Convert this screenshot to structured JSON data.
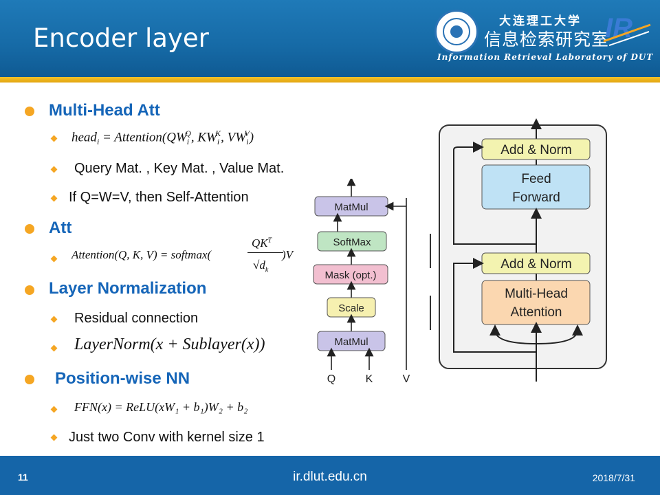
{
  "slide": {
    "title": "Encoder layer",
    "page_number": "11",
    "url": "ir.dlut.edu.cn",
    "date": "2018/7/31"
  },
  "branding": {
    "university_name": "大连理工大学",
    "lab_name_cn": "信息检索研究室",
    "lab_name_en": "Information Retrieval Laboratory of DUT",
    "ir_logo": "IR"
  },
  "sections": [
    {
      "heading": "Multi-Head Att",
      "items": [
        "Query Mat. , Key Mat. , Value Mat.",
        "If Q=W=V, then Self-Attention"
      ]
    },
    {
      "heading": "Att"
    },
    {
      "heading": "Layer Normalization",
      "items": [
        "Residual connection"
      ]
    },
    {
      "heading": "Position-wise NN",
      "items": [
        "Just two Conv with kernel size 1"
      ]
    }
  ],
  "formulas": {
    "head_lhs": "head",
    "head_sub": "i",
    "head_rhs": "= Attention(QW",
    "attention_lhs": "Attention(Q, K, V) = softmax(",
    "attention_num": "QK",
    "attention_den": "d",
    "attention_tail": ")V",
    "layernorm": "LayerNorm(x + Sublayer(x))",
    "ffn": "FFN(x) = ReLU(xW₁ + b₁)W₂ + b₂"
  },
  "attention_diagram": {
    "blocks": [
      "MatMul",
      "SoftMax",
      "Mask (opt.)",
      "Scale",
      "MatMul"
    ],
    "inputs": [
      "Q",
      "K",
      "V"
    ],
    "colors": {
      "matmul": "#c9c4e8",
      "softmax": "#bfe5c3",
      "mask": "#f2bfd0",
      "scale": "#f6f0b0"
    }
  },
  "encoder_diagram": {
    "add_norm_top": "Add & Norm",
    "feed_forward": [
      "Feed",
      "Forward"
    ],
    "add_norm_bottom": "Add & Norm",
    "multi_head": [
      "Multi-Head",
      "Attention"
    ],
    "colors": {
      "add_norm": "#f3f3b0",
      "feed_forward": "#bfe2f5",
      "multi_head": "#fbd7b0"
    }
  }
}
